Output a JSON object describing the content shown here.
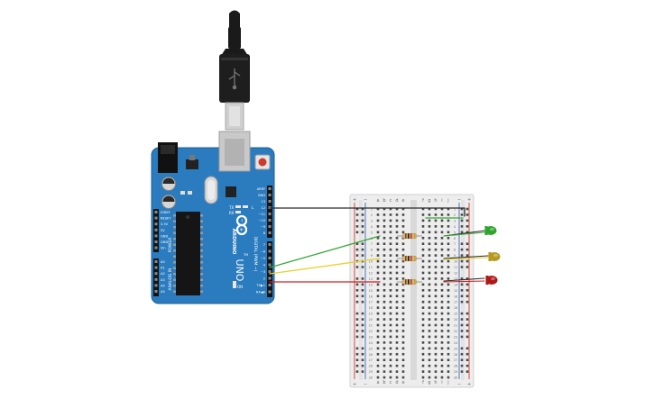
{
  "colors": {
    "board": "#2b7cbf",
    "board_edge": "#1f5f96",
    "breadboard": "#ededed",
    "wire_ground": "#2b2b2b",
    "wire_green": "#3aa63a",
    "wire_yellow": "#e8d22a",
    "wire_red": "#d22020",
    "rail_red": "#d22020",
    "rail_blue": "#2b5aa8",
    "led_green": "#2fa52f",
    "led_yellow": "#b69a1e",
    "led_red": "#b01818"
  },
  "arduino": {
    "brand": "ARDUINO",
    "model": "UNO",
    "tm": "TM",
    "on_label": "ON",
    "tx_label": "TX",
    "rx_label": "RX",
    "l_label": "L",
    "power_header_title": "POWER",
    "analog_header_title": "ANALOG IN",
    "digital_header_title": "DIGITAL (PWM ~)",
    "power_pins": [
      "IOREF",
      "RESET",
      "3.3V",
      "5V",
      "GND",
      "GND",
      "Vin"
    ],
    "analog_pins": [
      "A0",
      "A1",
      "A2",
      "A3",
      "A4",
      "A5"
    ],
    "digital_pins_upper": [
      "AREF",
      "GND",
      "13",
      "12",
      "~11",
      "~10",
      "~9",
      "8"
    ],
    "digital_pins_lower": [
      "7",
      "~6",
      "~5",
      "4",
      "~3",
      "2",
      "TX▶1",
      "RX◀0"
    ],
    "icons": [
      "usb-plug-icon",
      "power-jack-icon",
      "reset-button-icon",
      "microcontroller-chip-icon",
      "crystal-icon",
      "capacitor-icon",
      "infinity-logo-icon"
    ]
  },
  "breadboard": {
    "columns_left": [
      "a",
      "b",
      "c",
      "d",
      "e"
    ],
    "columns_right": [
      "f",
      "g",
      "h",
      "i",
      "j"
    ],
    "rail_plus": "+",
    "rail_minus": "−",
    "row_count": 30
  },
  "components": {
    "leds": [
      {
        "name": "green",
        "color_key": "led_green",
        "icon": "led-icon"
      },
      {
        "name": "yellow",
        "color_key": "led_yellow",
        "icon": "led-icon"
      },
      {
        "name": "red",
        "color_key": "led_red",
        "icon": "led-icon"
      }
    ],
    "resistor_icon": "resistor-icon"
  }
}
